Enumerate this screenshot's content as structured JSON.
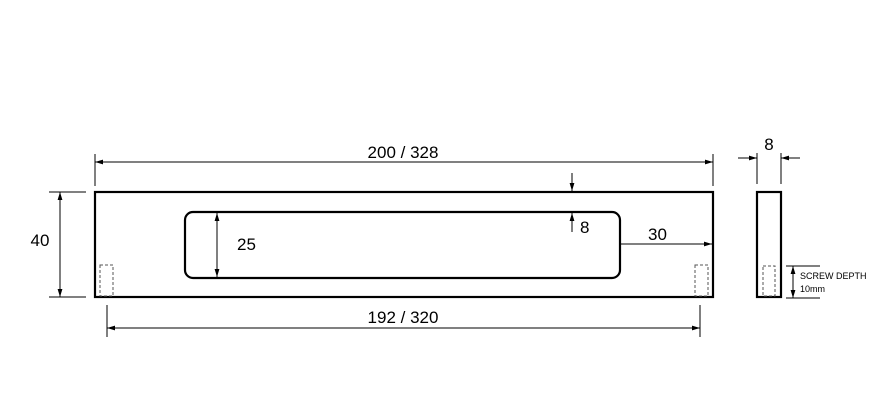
{
  "drawing": {
    "overall_length": "200 / 328",
    "hole_centers": "192 / 320",
    "height": "40",
    "cutout_height": "25",
    "cutout_offset": "8",
    "end_margin": "30",
    "thickness": "8",
    "screw_depth_label": "SCREW DEPTH",
    "screw_depth_value": "10mm"
  },
  "colors": {
    "line": "#000000",
    "hidden": "#555555"
  }
}
